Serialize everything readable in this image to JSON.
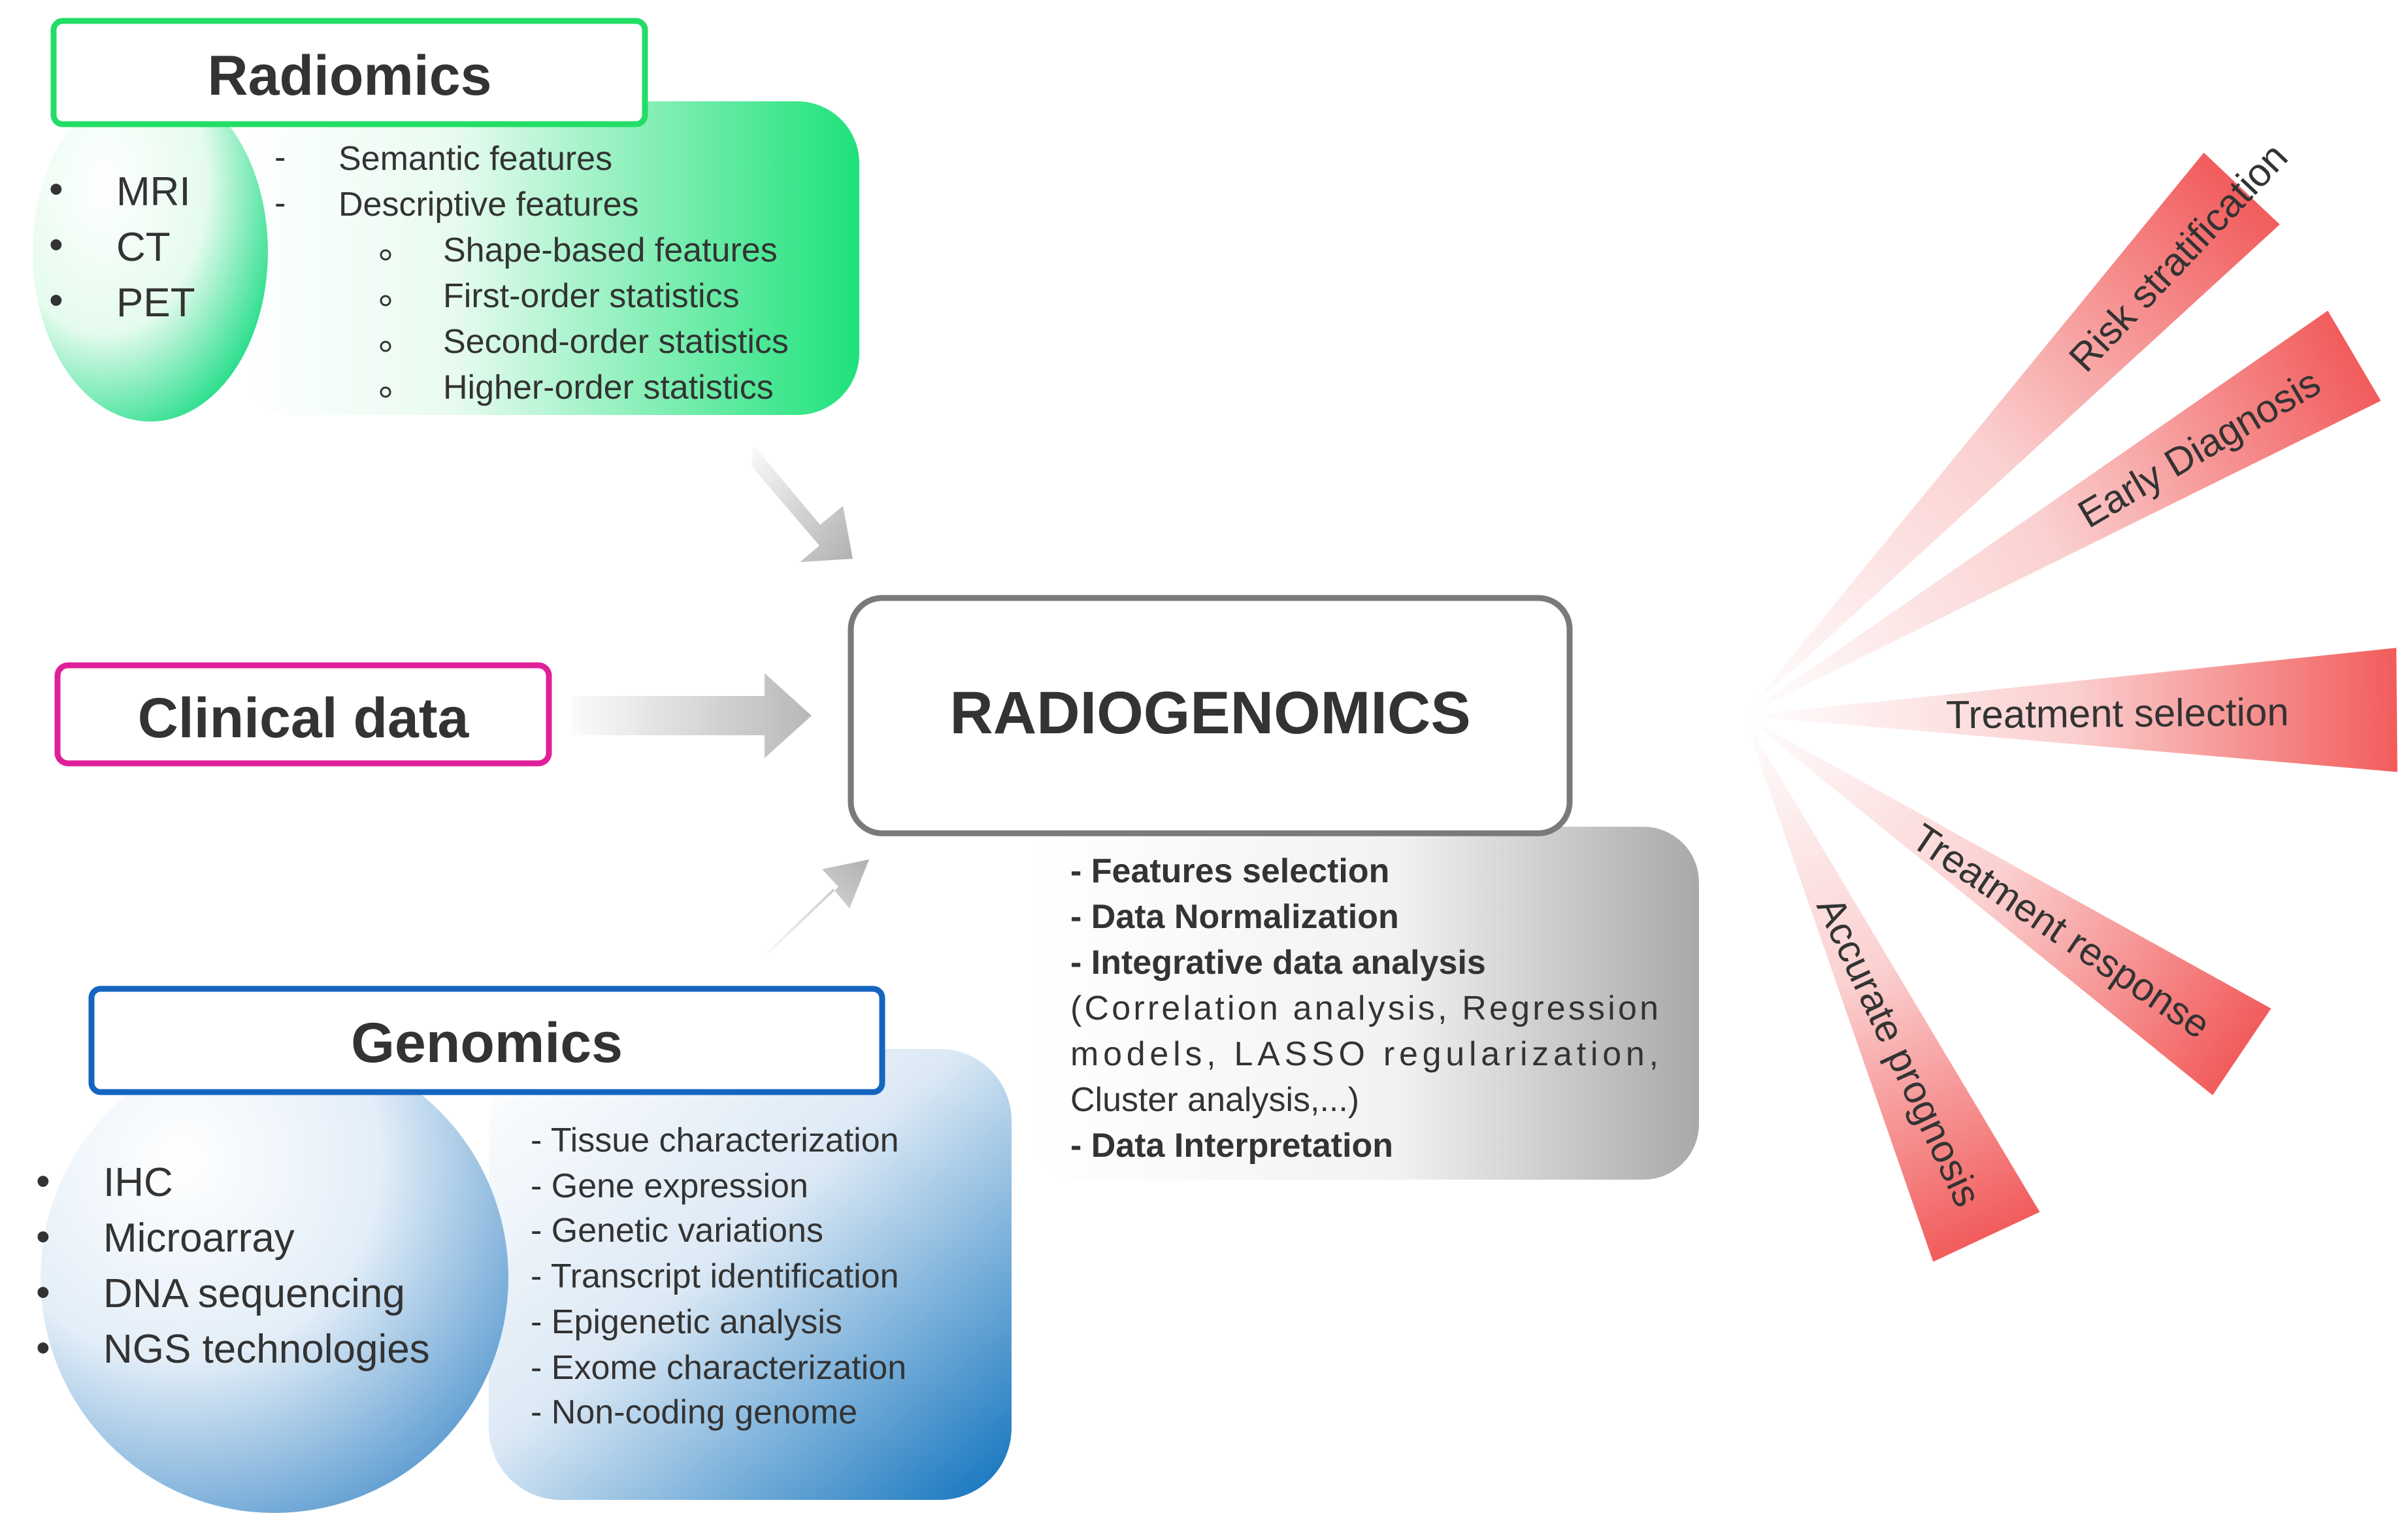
{
  "radiomics": {
    "title": "Radiomics",
    "modalities": [
      "MRI",
      "CT",
      "PET"
    ],
    "features": [
      "Semantic features",
      "Descriptive features"
    ],
    "descriptive_subfeatures": [
      "Shape-based features",
      "First-order statistics",
      "Second-order statistics",
      "Higher-order statistics"
    ]
  },
  "clinical": {
    "title": "Clinical data"
  },
  "center": {
    "title": "RADIOGENOMICS",
    "steps": [
      {
        "text": "- Features selection",
        "bold": true
      },
      {
        "text": "- Data Normalization",
        "bold": true
      },
      {
        "text": "- Integrative data analysis",
        "bold": true
      },
      {
        "text": "(Correlation analysis, Regression",
        "bold": false
      },
      {
        "text": "models, LASSO regularization,",
        "bold": false
      },
      {
        "text": "Cluster analysis,...)",
        "bold": false
      },
      {
        "text": "- Data Interpretation",
        "bold": true
      }
    ]
  },
  "genomics": {
    "title": "Genomics",
    "techniques": [
      "IHC",
      "Microarray",
      "DNA sequencing",
      "NGS technologies"
    ],
    "analyses": [
      "- Tissue characterization",
      "- Gene expression",
      "- Genetic variations",
      "- Transcript identification",
      "- Epigenetic analysis",
      "- Exome characterization",
      "- Non-coding genome"
    ]
  },
  "outcomes": [
    "Risk stratification",
    "Early Diagnosis",
    "Treatment selection",
    "Treatment response",
    "Accurate prognosis"
  ],
  "colors": {
    "radiomics": "#22dd66",
    "clinical": "#e0209a",
    "genomics": "#1565c0",
    "center_border": "#7a7a7a",
    "outcome_ray": "#f25c5c",
    "text": "#333333"
  }
}
